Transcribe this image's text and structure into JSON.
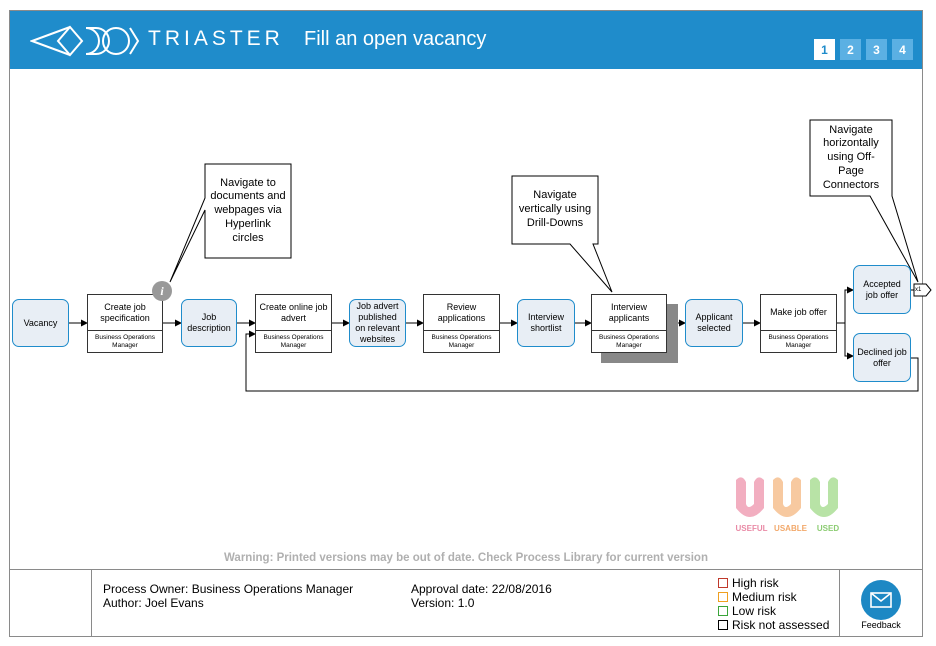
{
  "header": {
    "brand": "TRIASTER",
    "title": "Fill an open vacancy",
    "pages": [
      "1",
      "2",
      "3",
      "4"
    ],
    "active_page": "1"
  },
  "process": {
    "vacancy": "Vacancy",
    "create_spec": {
      "label": "Create job specification",
      "role": "Business Operations Manager"
    },
    "job_description": "Job description",
    "create_advert": {
      "label": "Create online job advert",
      "role": "Business Operations Manager"
    },
    "advert_published": "Job advert published on relevant websites",
    "review": {
      "label": "Review applications",
      "role": "Business Operations Manager"
    },
    "shortlist": "Interview shortlist",
    "interview": {
      "label": "Interview applicants",
      "role": "Business Operations Manager"
    },
    "selected": "Applicant selected",
    "offer": {
      "label": "Make job offer",
      "role": "Business Operations Manager"
    },
    "accepted": "Accepted job offer",
    "declined": "Declined job offer",
    "offpage_label": "x1"
  },
  "callouts": {
    "hyperlink": "Navigate to documents and webpages via Hyperlink circles",
    "drilldown": "Navigate vertically using Drill-Downs",
    "offpage": "Navigate horizontally using Off-Page Connectors"
  },
  "info_icon": "i",
  "warning": "Warning: Printed versions may be out of date. Check Process Library for current version",
  "footer": {
    "owner": "Process Owner: Business Operations Manager",
    "author": "Author: Joel Evans",
    "approval": "Approval date: 22/08/2016",
    "version": "Version: 1.0",
    "risks": [
      {
        "label": "High risk",
        "color": "#c0392b"
      },
      {
        "label": "Medium risk",
        "color": "#f0a020"
      },
      {
        "label": "Low risk",
        "color": "#3aa53a"
      },
      {
        "label": "Risk not assessed",
        "color": "#000000"
      }
    ],
    "feedback": "Feedback"
  },
  "badges": {
    "useful": "USEFUL",
    "usable": "USABLE",
    "used": "USED",
    "colors": [
      "#f2aec0",
      "#f7c9a0",
      "#b8e3a6"
    ],
    "label_colors": [
      "#e98aa6",
      "#f2a86a",
      "#8ccc72"
    ]
  },
  "icons": {
    "feedback": "envelope-icon",
    "logo": "triaster-logo",
    "info": "info-icon"
  }
}
